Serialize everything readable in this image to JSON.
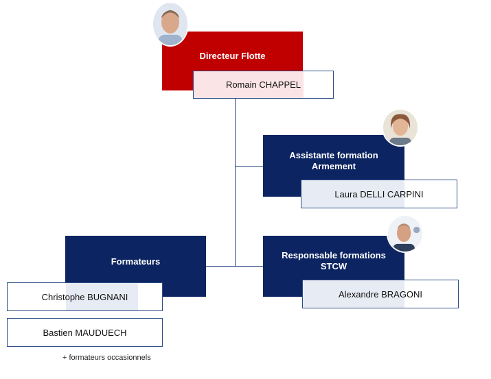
{
  "director": {
    "title": "Directeur Flotte",
    "name": "Romain CHAPPEL",
    "photo_icon": "person-photo-icon"
  },
  "assistant": {
    "title_line1": "Assistante formation",
    "title_line2": "Armement",
    "name": "Laura DELLI CARPINI",
    "photo_icon": "person-photo-icon"
  },
  "stcw": {
    "title_line1": "Responsable formations",
    "title_line2": "STCW",
    "name": "Alexandre BRAGONI",
    "photo_icon": "person-photo-icon"
  },
  "trainers": {
    "title": "Formateurs",
    "members": [
      "Christophe BUGNANI",
      "Bastien MAUDUECH"
    ],
    "note": "+ formateurs occasionnels"
  },
  "colors": {
    "director": "#c00000",
    "role": "#0c2461",
    "connector": "#2e4d86",
    "name_tint_red": "#fbe4e6",
    "name_tint_blue": "#e7ebf3"
  }
}
